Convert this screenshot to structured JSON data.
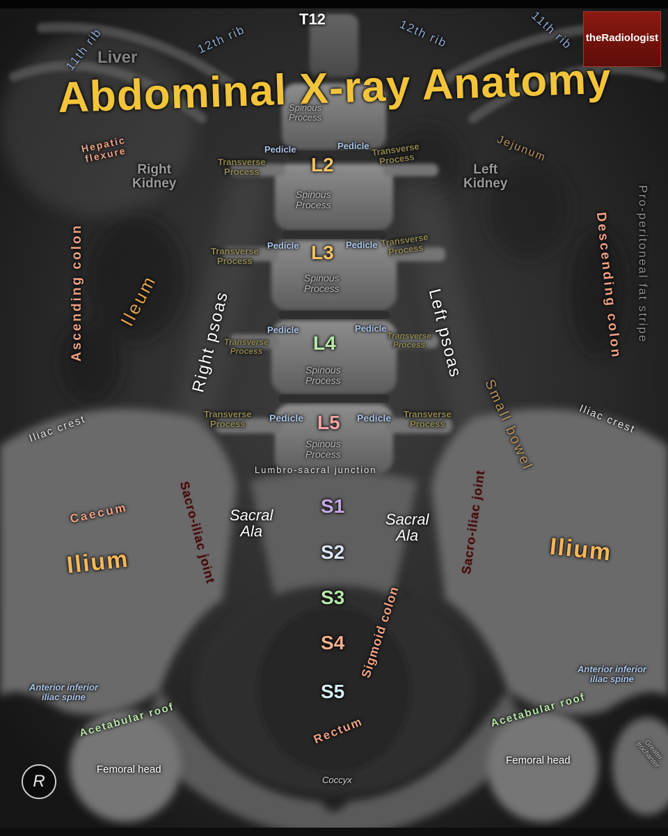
{
  "title": "Abdominal X-ray Anatomy",
  "brand": "theRadiologist",
  "logo_letter": "R",
  "colors": {
    "title": "#f2c43a",
    "lumbar_label": "#f4c165",
    "s1": "#c6a7e6",
    "s2": "#dce8f6",
    "s3": "#b7e7a8",
    "s4": "#f3b08e",
    "s5": "#d6eef6",
    "colon": "#f0a184",
    "psoas": "#ffffff",
    "transverse_process": "#8f8552",
    "pedicle": "#a9c2e6"
  },
  "labels": {
    "t12": "T12",
    "rib_11_left": "11th rib",
    "rib_12_left": "12th rib",
    "rib_12_right": "12th rib",
    "rib_11_right": "11th rib",
    "liver": "Liver",
    "hepatic_flexure": "Hepatic\nflexure",
    "right_kidney": "Right\nKidney",
    "left_kidney": "Left\nKidney",
    "jejunum": "Jejunum",
    "pro_peritoneal": "Pro-peritoneal fat stripe",
    "descending_colon": "Descending colon",
    "ascending_colon": "Ascending colon",
    "ileum": "Ileum",
    "right_psoas": "Right psoas",
    "left_psoas": "Left psoas",
    "small_bowel": "Small bowel",
    "iliac_crest_left": "Iliac crest",
    "iliac_crest_right": "Iliac crest",
    "lumbosacral": "Lumbro-sacral junction",
    "caecum": "Caecum",
    "ilium_left": "Ilium",
    "ilium_right": "Ilium",
    "sacroiliac_left": "Sacro-iliac joint",
    "sacroiliac_right": "Sacro-iliac joint",
    "sacral_ala_left": "Sacral\nAla",
    "sacral_ala_right": "Sacral\nAla",
    "sigmoid_colon": "Sigmoid colon",
    "rectum": "Rectum",
    "coccyx": "Coccyx",
    "aiis_left": "Anterior inferior\niliac spine",
    "aiis_right": "Anterior inferior\niliac spine",
    "acetabular_roof_left": "Acetabular roof",
    "acetabular_roof_right": "Acetabular roof",
    "femoral_head_left": "Femoral head",
    "femoral_head_right": "Femoral head",
    "greater_trochanter": "Greater\ntrochanter"
  },
  "vertebrae": {
    "l2": "L2",
    "l3": "L3",
    "l4": "L4",
    "l5": "L5",
    "s1": "S1",
    "s2": "S2",
    "s3": "S3",
    "s4": "S4",
    "s5": "S5"
  },
  "spine_labels": {
    "spinous_process": "Spinous\nProcess",
    "transverse_process": "Transverse\nProcess",
    "pedicle": "Pedicle"
  }
}
